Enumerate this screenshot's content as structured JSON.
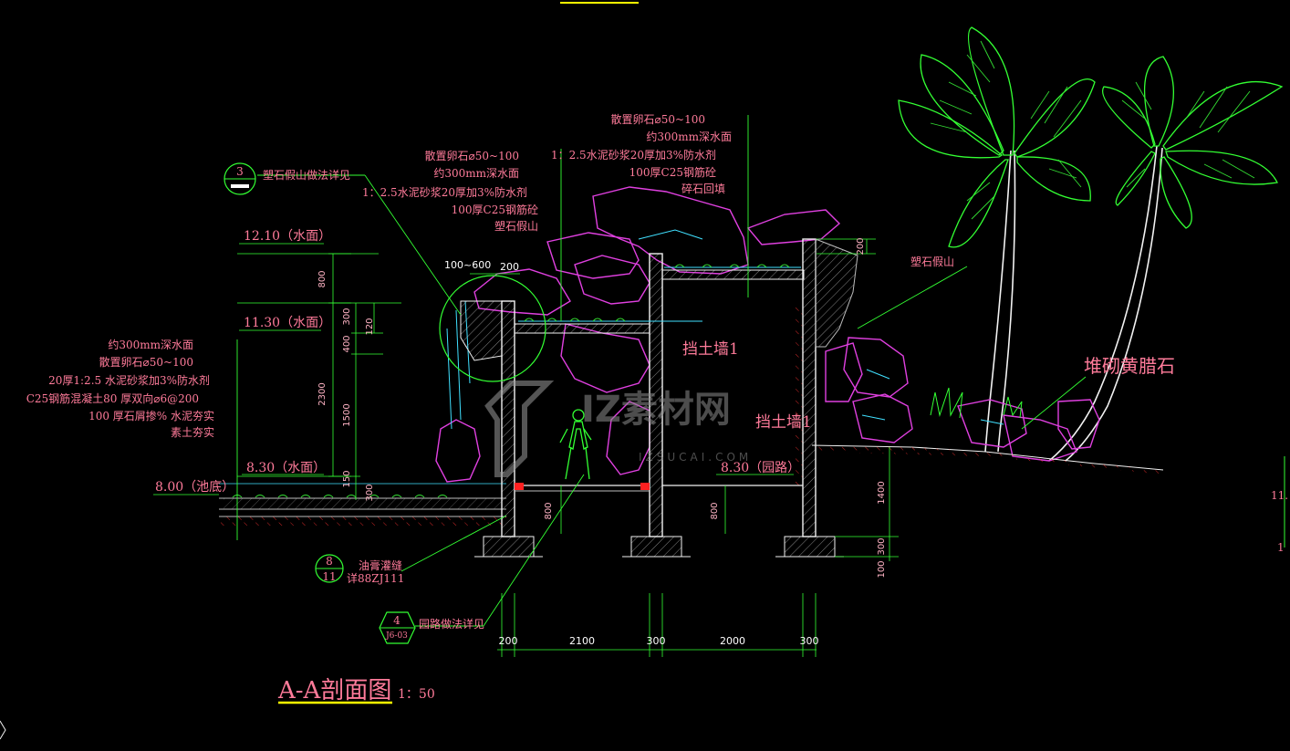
{
  "title": {
    "text": "A-A剖面图",
    "scale": "1：50"
  },
  "watermark": {
    "logo": "IZ",
    "brand": "IZ素材网",
    "url": "IZSUCAI.COM"
  },
  "levels": {
    "l1": "12.10（水面）",
    "l2": "11.30（水面）",
    "l3": "8.30（水面）",
    "l4": "8.00（池底）",
    "l5": "8.30（园路）"
  },
  "left_stack": [
    "约300mm深水面",
    "散置卵石⌀50~100",
    "20厚1:2.5 水泥砂浆加3%防水剂",
    "C25钢筋混凝土80 厚双向⌀6@200",
    "100 厚石屑掺% 水泥夯实",
    "素土夯实"
  ],
  "mid_stack": [
    "散置卵石⌀50~100",
    "约300mm深水面",
    "1：2.5水泥砂浆20厚加3%防水剂",
    "100厚C25钢筋砼",
    "塑石假山"
  ],
  "top_stack": [
    "散置卵石⌀50~100",
    "约300mm深水面",
    "1：2.5水泥砂浆20厚加3%防水剂",
    "100厚C25钢筋砼",
    "碎石回填"
  ],
  "labels": {
    "detail3": "塑石假山做法详见",
    "rockery": "塑石假山",
    "stone": "堆砌黄腊石",
    "wall1": "挡土墙1",
    "wall2": "挡土墙1",
    "joint": "油膏灌缝",
    "joint_ref": "详88ZJ111",
    "road": "园路做法详见"
  },
  "callouts": {
    "c3": {
      "num": "3"
    },
    "c8": {
      "num": "8",
      "sub": "11"
    },
    "c4": {
      "num": "4",
      "sub": "J6-03"
    }
  },
  "dims": {
    "v800": "800",
    "v300": "300",
    "v400": "400",
    "v120": "120",
    "v2300": "2300",
    "v1500": "1500",
    "v150": "150",
    "v300b": "300",
    "v800b": "800",
    "v800c": "800",
    "v200r": "200",
    "v1400": "1400",
    "v300c": "300",
    "v100": "100",
    "t100600": "100~600",
    "t200": "200",
    "h200": "200",
    "h2100": "2100",
    "h300a": "300",
    "h2000": "2000",
    "h300b": "300"
  },
  "partial_right": {
    "a": "11.",
    "b": "1"
  }
}
